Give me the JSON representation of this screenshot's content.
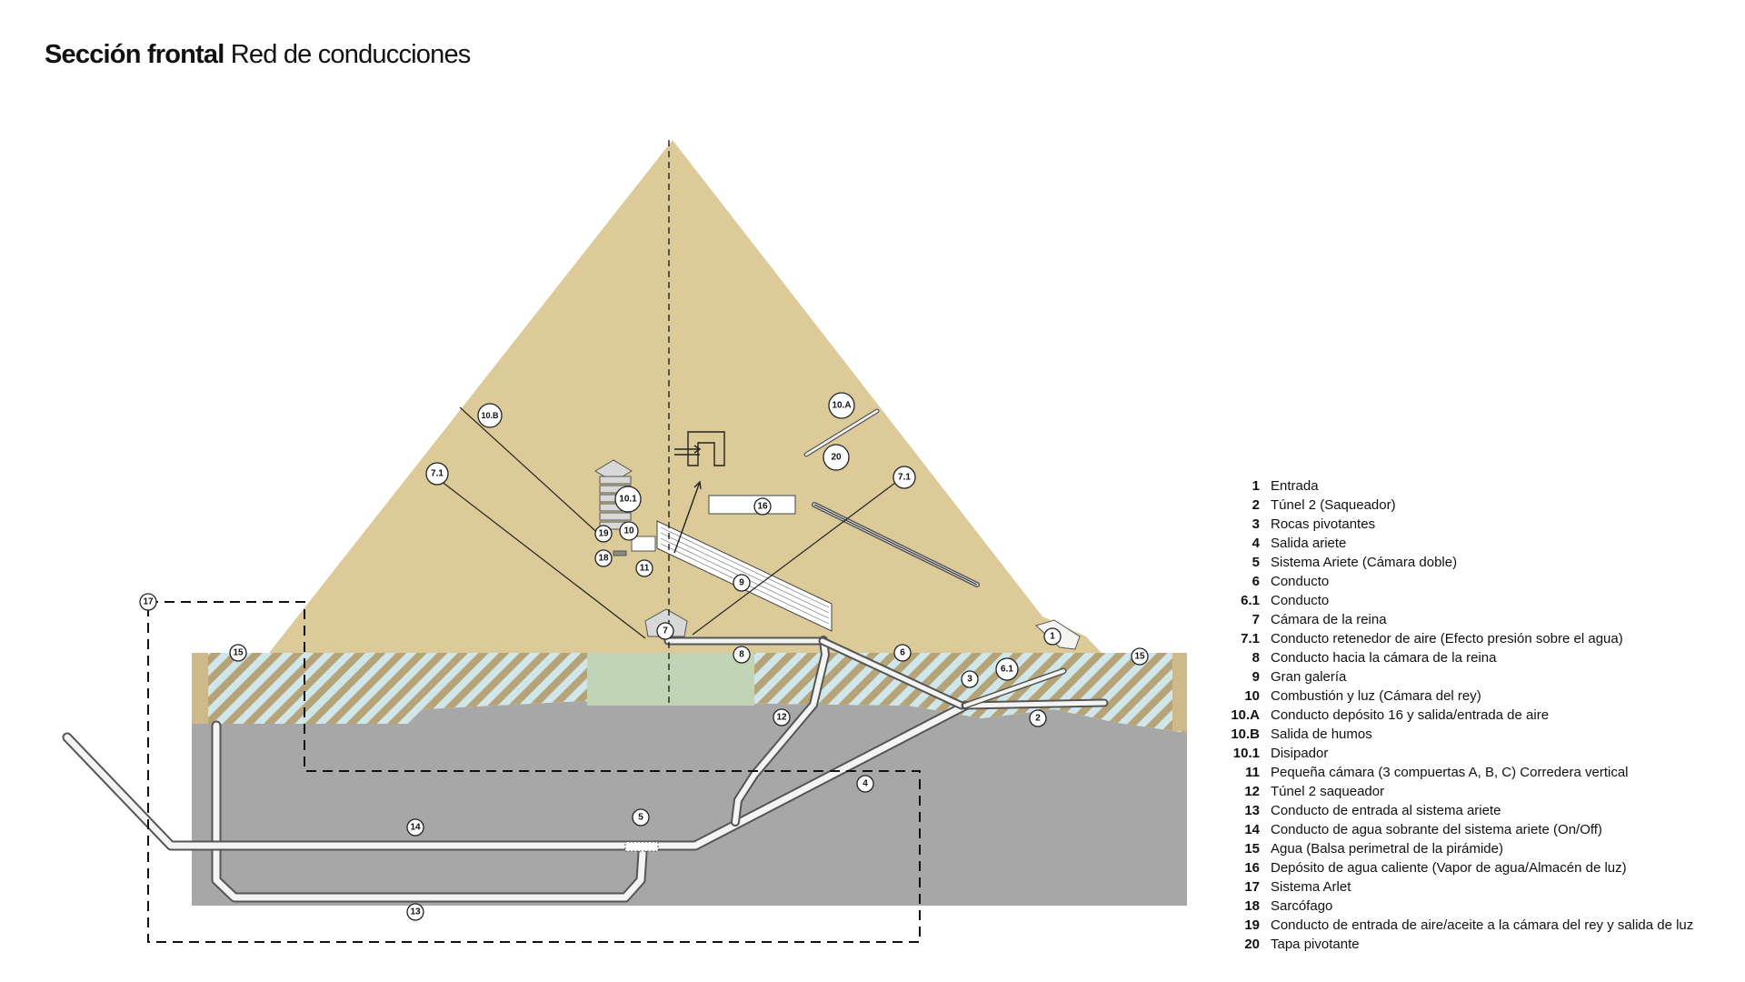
{
  "title": {
    "bold": "Sección frontal",
    "light": "Red de conducciones"
  },
  "colors": {
    "pyramid": "#dccb98",
    "pyramid_base": "#cdb98a",
    "bedrock": "#a7a7a7",
    "water_stripe": "#cfe7ea",
    "water_stripe_dark": "#b6a478",
    "pool": "#c2d4b6",
    "conduit": "#f4f4f2",
    "line": "#222222"
  },
  "markers": [
    {
      "id": "1"
    },
    {
      "id": "2"
    },
    {
      "id": "3"
    },
    {
      "id": "4"
    },
    {
      "id": "5"
    },
    {
      "id": "6"
    },
    {
      "id": "6.1"
    },
    {
      "id": "7"
    },
    {
      "id": "7.1"
    },
    {
      "id": "7.1"
    },
    {
      "id": "8"
    },
    {
      "id": "9"
    },
    {
      "id": "10"
    },
    {
      "id": "10.A"
    },
    {
      "id": "10.B"
    },
    {
      "id": "10.1"
    },
    {
      "id": "11"
    },
    {
      "id": "12"
    },
    {
      "id": "13"
    },
    {
      "id": "14"
    },
    {
      "id": "15"
    },
    {
      "id": "15"
    },
    {
      "id": "16"
    },
    {
      "id": "17"
    },
    {
      "id": "18"
    },
    {
      "id": "19"
    },
    {
      "id": "20"
    }
  ],
  "legend": [
    {
      "num": "1",
      "text": "Entrada"
    },
    {
      "num": "2",
      "text": "Túnel 2 (Saqueador)"
    },
    {
      "num": "3",
      "text": "Rocas pivotantes"
    },
    {
      "num": "4",
      "text": "Salida ariete"
    },
    {
      "num": "5",
      "text": "Sistema Ariete (Cámara doble)"
    },
    {
      "num": "6",
      "text": "Conducto"
    },
    {
      "num": "6.1",
      "text": "Conducto"
    },
    {
      "num": "7",
      "text": "Cámara de la reina"
    },
    {
      "num": "7.1",
      "text": "Conducto retenedor de aire (Efecto presión sobre el agua)"
    },
    {
      "num": "8",
      "text": "Conducto hacia la cámara de la reina"
    },
    {
      "num": "9",
      "text": "Gran galería"
    },
    {
      "num": "10",
      "text": "Combustión y luz (Cámara del rey)"
    },
    {
      "num": "10.A",
      "text": "Conducto depósito 16 y salida/entrada de aire"
    },
    {
      "num": "10.B",
      "text": "Salida de humos"
    },
    {
      "num": "10.1",
      "text": "Disipador"
    },
    {
      "num": "11",
      "text": "Pequeña cámara (3 compuertas A, B, C) Corredera vertical"
    },
    {
      "num": "12",
      "text": "Túnel 2 saqueador"
    },
    {
      "num": "13",
      "text": "Conducto de entrada al sistema ariete"
    },
    {
      "num": "14",
      "text": "Conducto de agua sobrante del sistema ariete (On/Off)"
    },
    {
      "num": "15",
      "text": "Agua (Balsa perimetral de la pirámide)"
    },
    {
      "num": "16",
      "text": "Depósito de agua caliente (Vapor de agua/Almacén de luz)"
    },
    {
      "num": "17",
      "text": "Sistema Arlet"
    },
    {
      "num": "18",
      "text": "Sarcófago"
    },
    {
      "num": "19",
      "text": "Conducto de entrada de aire/aceite a la cámara del rey y salida de luz"
    },
    {
      "num": "20",
      "text": "Tapa pivotante"
    }
  ]
}
